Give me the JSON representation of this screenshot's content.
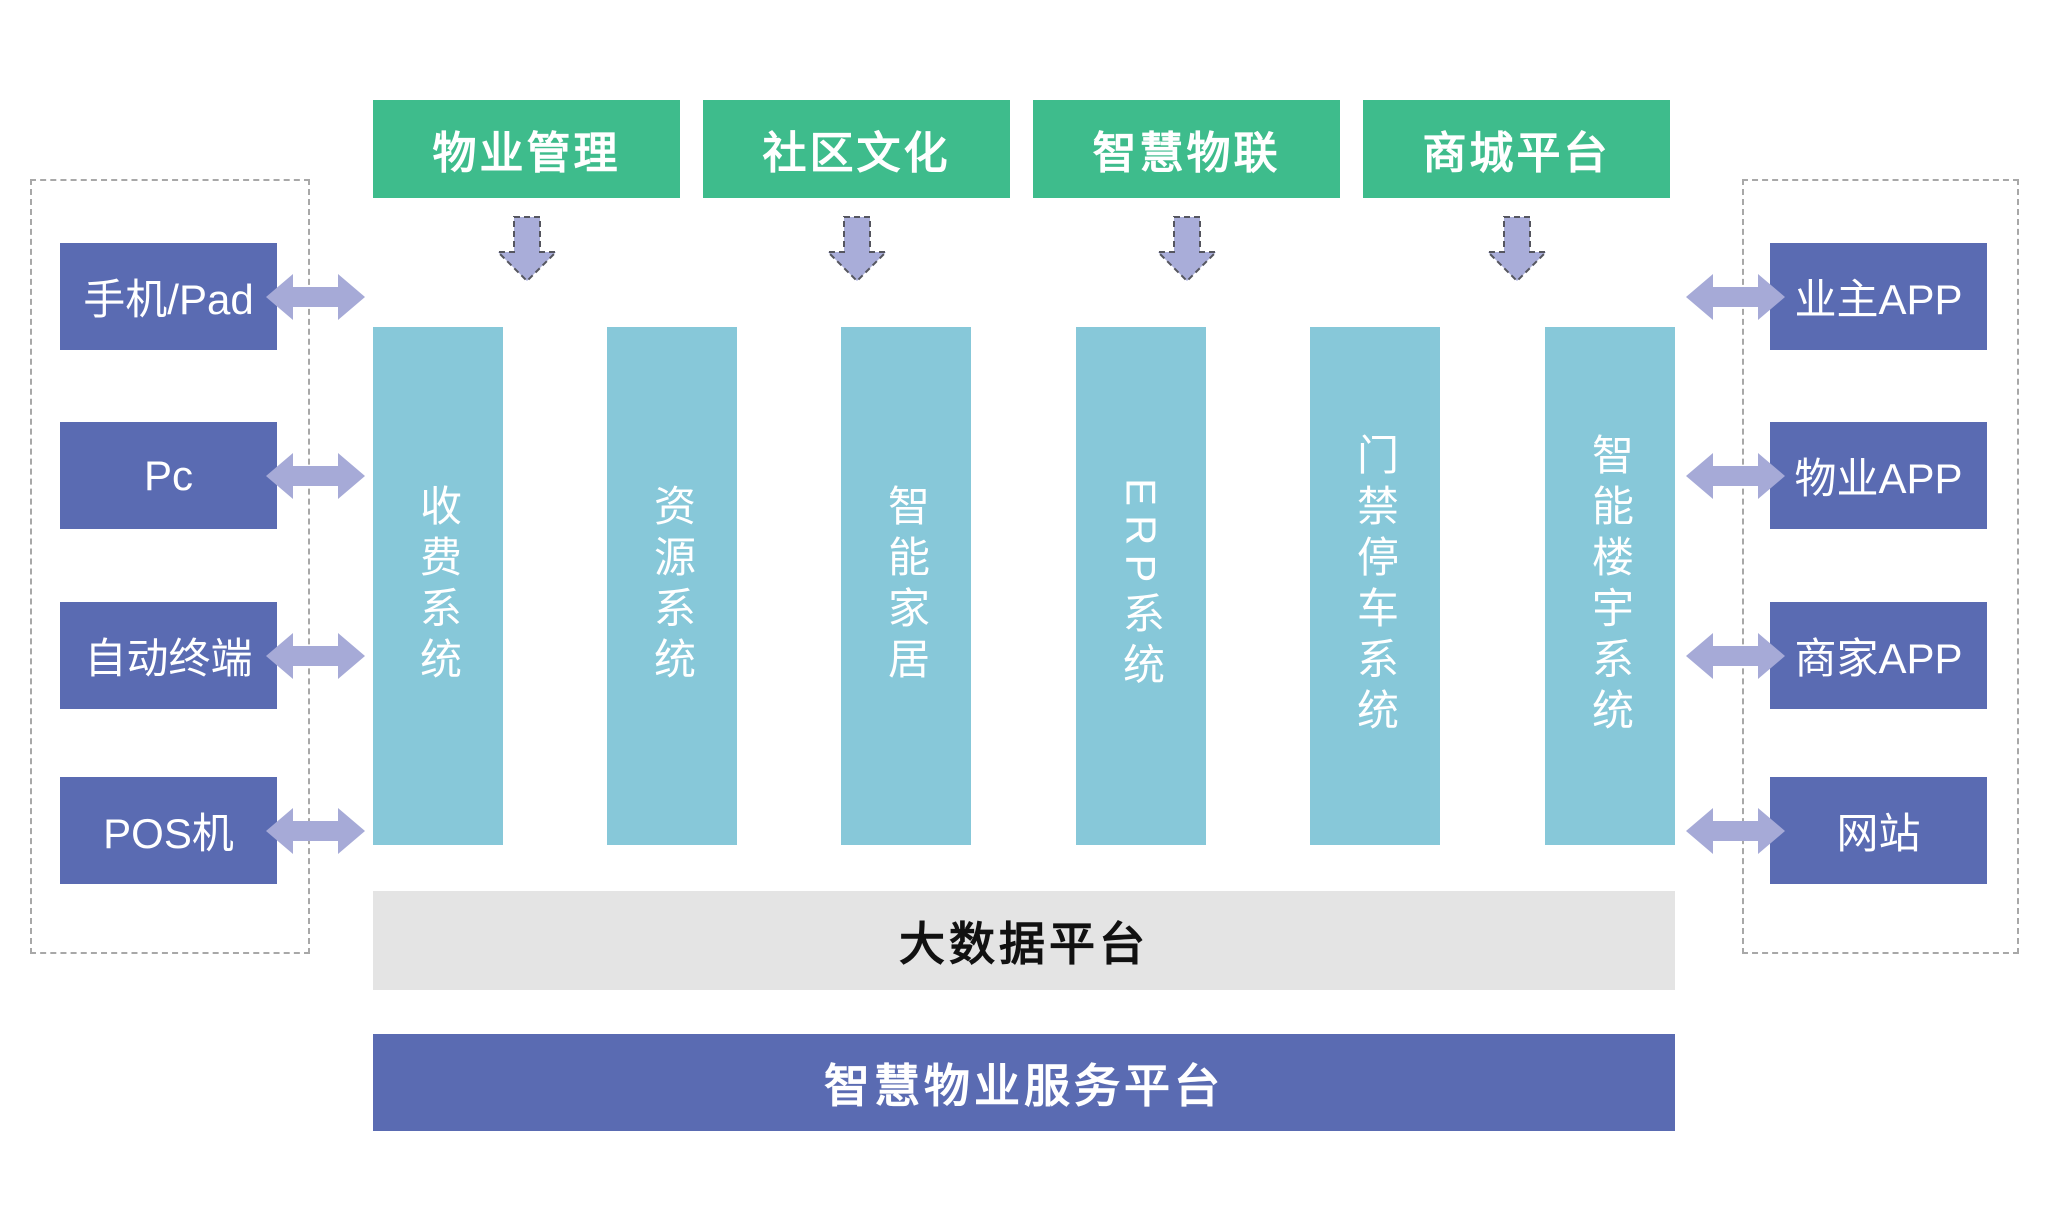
{
  "diagram": {
    "top_modules": [
      {
        "label": "物业管理"
      },
      {
        "label": "社区文化"
      },
      {
        "label": "智慧物联"
      },
      {
        "label": "商城平台"
      }
    ],
    "systems": [
      {
        "label": "收费系统"
      },
      {
        "label": "资源系统"
      },
      {
        "label": "智能家居"
      },
      {
        "label": "ERP系统"
      },
      {
        "label": "门禁停车系统"
      },
      {
        "label": "智能楼宇系统"
      }
    ],
    "left_terminals": [
      {
        "label": "手机/Pad"
      },
      {
        "label": "Pc"
      },
      {
        "label": "自动终端"
      },
      {
        "label": "POS机"
      }
    ],
    "right_terminals": [
      {
        "label": "业主APP"
      },
      {
        "label": "物业APP"
      },
      {
        "label": "商家APP"
      },
      {
        "label": "网站"
      }
    ],
    "bars": {
      "big_data": "大数据平台",
      "service": "智慧物业服务平台"
    },
    "icons": {
      "down_arrow": "down-arrow",
      "double_arrow": "left-right-double-arrow"
    },
    "colors": {
      "module_green": "#3EBC8C",
      "system_teal": "#87C8D9",
      "terminal_purple": "#5A6BB2",
      "down_arrow_fill": "#A9ADD9",
      "double_arrow_fill": "#A6AAD7",
      "bar_gray": "#E4E4E4",
      "bar_purple": "#5A6BB2",
      "dashed_border": "#A8A8A8",
      "bar_gray_text": "#111111",
      "white_text": "#FFFFFF"
    }
  }
}
